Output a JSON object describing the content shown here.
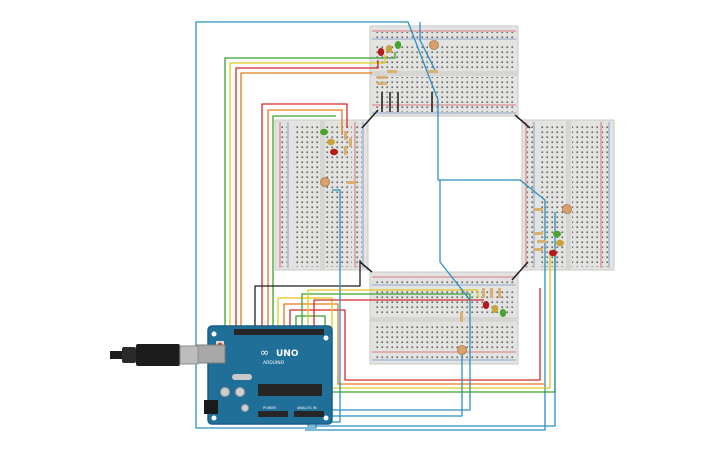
{
  "board": {
    "brand": "UNO",
    "model": "ARDUINO",
    "power_label": "POWER",
    "analog_label": "ANALOG IN"
  },
  "colors": {
    "breadboard": "#e3e4e1",
    "hole": "#5f5f5f",
    "rail_red": "#d9535a",
    "rail_blue": "#6f8fc9",
    "board_blue": "#1f6f98",
    "board_dark": "#195f84",
    "wire_blue": "#2c8fc2",
    "wire_red": "#d42a2a",
    "wire_green": "#3aa12e",
    "wire_yellow": "#e2c81c",
    "wire_orange": "#e67a1c",
    "wire_black": "#1f1f1f",
    "led_red": "#b31b1b",
    "led_yellow": "#c8a23a",
    "led_green": "#47a52f",
    "resistor": "#d9b071",
    "ldr": "#d8a06a"
  },
  "icons": [
    "usb-cable-icon",
    "reset-button-icon",
    "ldr-sensor-icon",
    "led-icon",
    "resistor-icon"
  ]
}
